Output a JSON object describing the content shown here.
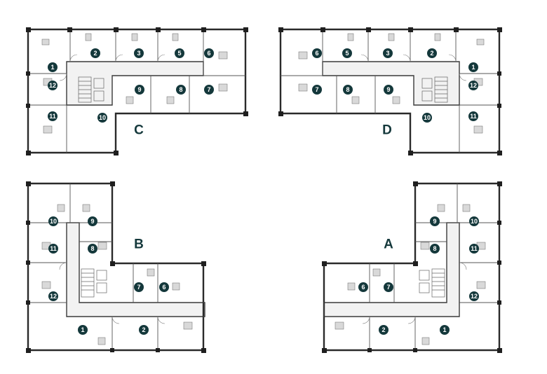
{
  "wings": [
    {
      "id": "C",
      "label": "C",
      "units": [
        "1",
        "2",
        "3",
        "5",
        "6",
        "7",
        "8",
        "9",
        "10",
        "11",
        "12"
      ]
    },
    {
      "id": "D",
      "label": "D",
      "units": [
        "1",
        "2",
        "3",
        "5",
        "6",
        "7",
        "8",
        "9",
        "10",
        "11",
        "12"
      ]
    },
    {
      "id": "B",
      "label": "B",
      "units": [
        "1",
        "2",
        "6",
        "7",
        "8",
        "9",
        "10",
        "11",
        "12"
      ]
    },
    {
      "id": "A",
      "label": "A",
      "units": [
        "1",
        "2",
        "6",
        "7",
        "8",
        "9",
        "10",
        "11",
        "12"
      ]
    }
  ],
  "colors": {
    "badge": "#14383b",
    "wall": "#3a3a3a",
    "background": "#ffffff"
  }
}
